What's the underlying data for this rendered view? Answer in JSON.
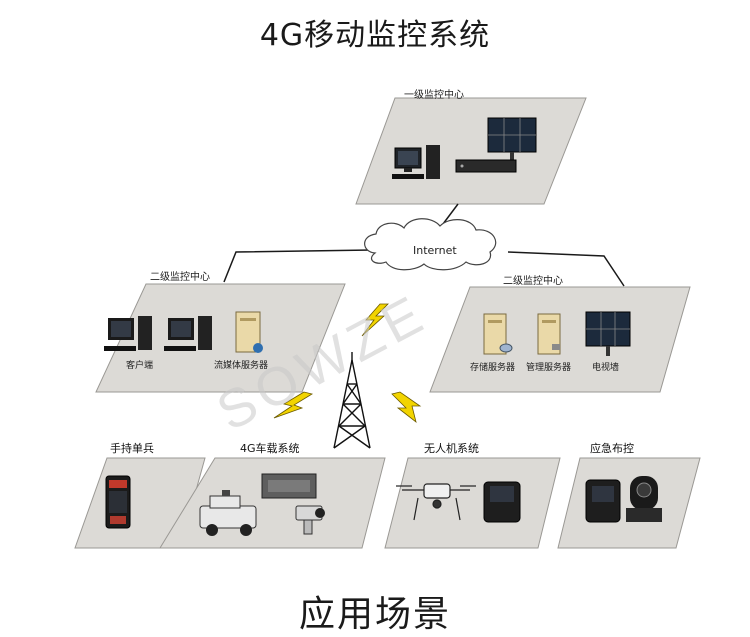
{
  "title": "4G移动监控系统",
  "footer": "应用场景",
  "watermark": "SOWZE",
  "network": {
    "internet_label": "Internet"
  },
  "top_center": {
    "name": "一级监控中心"
  },
  "left_center": {
    "name": "二级监控中心",
    "devices": [
      "客户端",
      "流媒体服务器"
    ]
  },
  "right_center": {
    "name": "二级监控中心",
    "devices": [
      "存储服务器",
      "管理服务器",
      "电视墙"
    ]
  },
  "scenarios": [
    {
      "label": "手持单兵"
    },
    {
      "label": "4G车载系统"
    },
    {
      "label": "无人机系统"
    },
    {
      "label": "应急布控"
    }
  ],
  "colors": {
    "platform_fill": "#dcdad6",
    "platform_edge": "#9a9894",
    "line": "#1a1a1a",
    "lightning": "#f2d400",
    "lightning_edge": "#6b5a00",
    "server": "#ead9a8"
  }
}
